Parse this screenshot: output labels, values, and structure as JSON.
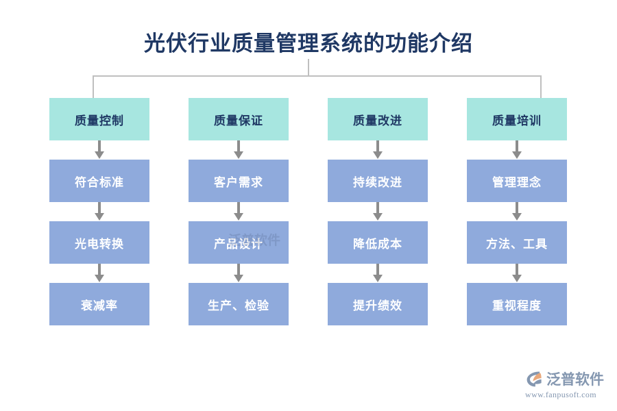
{
  "title": "光伏行业质量管理系统的功能介绍",
  "diagram": {
    "type": "flowchart",
    "columns": [
      {
        "head": "质量控制",
        "steps": [
          "符合标准",
          "光电转换",
          "衰减率"
        ]
      },
      {
        "head": "质量保证",
        "steps": [
          "客户需求",
          "产品设计",
          "生产、检验"
        ]
      },
      {
        "head": "质量改进",
        "steps": [
          "持续改进",
          "降低成本",
          "提升绩效"
        ]
      },
      {
        "head": "质量培训",
        "steps": [
          "管理理念",
          "方法、工具",
          "重视程度"
        ]
      }
    ],
    "colors": {
      "head_fill": "#A7E6E0",
      "head_text": "#1F3864",
      "step_fill": "#8FAADC",
      "step_text": "#FFFFFF",
      "connector": "#BFBFBF",
      "arrow": "#8C8C8C",
      "background": "#FFFFFF"
    }
  },
  "watermark": {
    "overlay_text": "泛普软件"
  },
  "brand": {
    "name": "泛普软件",
    "url": "www.fanpusoft.com",
    "mark_icon": "fanpu-logo-icon",
    "mark_color": "#8497B0",
    "accent_color": "#E8A87C"
  }
}
